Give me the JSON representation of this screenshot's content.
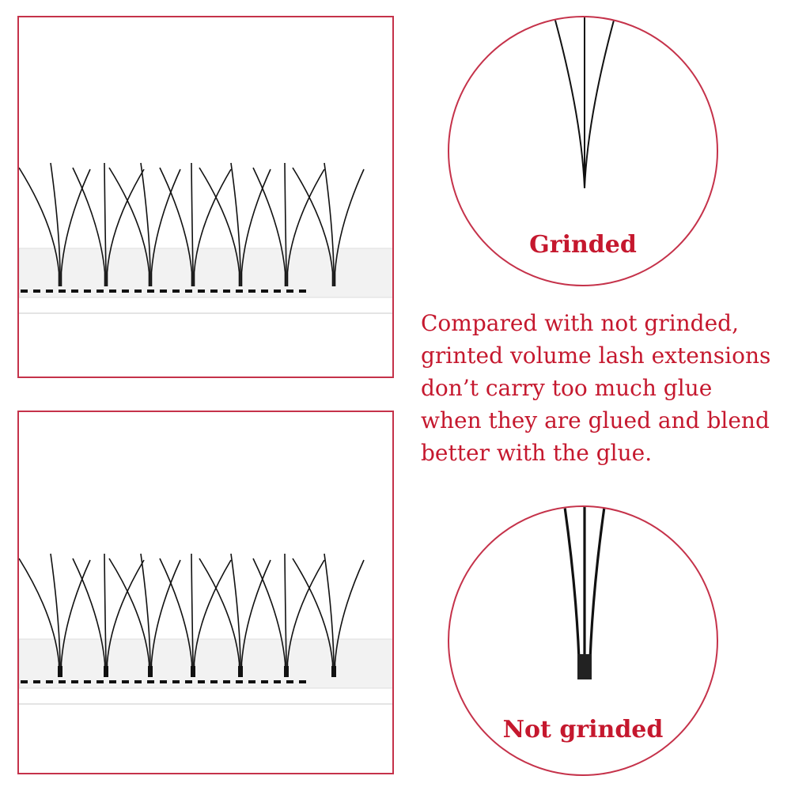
{
  "colors": {
    "accent_border": "#c5324a",
    "label_text": "#c5182e",
    "lash": "#111111",
    "tray": "#f2f2f2"
  },
  "panels": [
    {
      "name": "grinded lash strip photo"
    },
    {
      "name": "not grinded lash strip photo"
    }
  ],
  "closeups": {
    "top": {
      "label": "Grinded"
    },
    "bottom": {
      "label": "Not grinded"
    }
  },
  "description": {
    "lines": [
      "Compared with not grinded,",
      "grinted volume lash extensions",
      "don’t carry too much glue",
      "when they are glued and blend",
      "better with the glue."
    ]
  }
}
